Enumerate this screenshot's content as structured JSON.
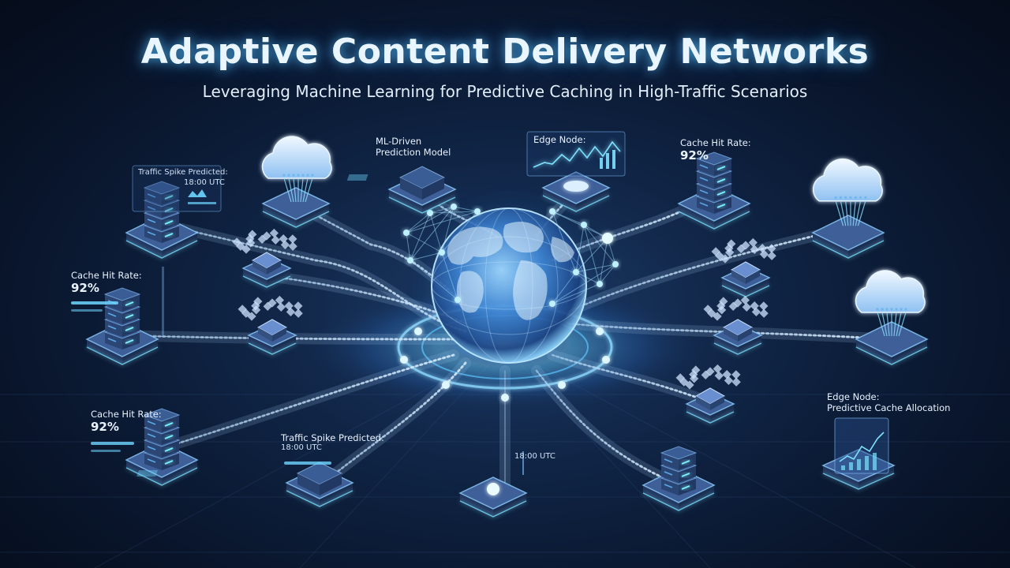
{
  "header": {
    "title": "Adaptive Content Delivery Networks",
    "subtitle": "Leveraging Machine Learning for Predictive Caching in High-Traffic Scenarios"
  },
  "labels": {
    "traffic_spike_top": {
      "title": "Traffic Spike Predicted:",
      "value": "18:00 UTC"
    },
    "ml_model": {
      "line1": "ML-Driven",
      "line2": "Prediction Model"
    },
    "edge_node_top": {
      "title": "Edge Node:"
    },
    "cache_top_right": {
      "title": "Cache Hit Rate:",
      "value": "92%"
    },
    "cache_left": {
      "title": "Cache Hit Rate:",
      "value": "92%"
    },
    "cache_bottom_left": {
      "title": "Cache Hit Rate:",
      "value": "92%"
    },
    "traffic_spike_bottom": {
      "title": "Traffic Spike Predicted:",
      "value": "18:00 UTC"
    },
    "utc_bottom": {
      "value": "18:00 UTC"
    },
    "edge_node_bottom_right": {
      "title": "Edge Node:",
      "value": "Predictive Cache Allocation"
    }
  },
  "colors": {
    "accent": "#5fd0ff",
    "node_top": "#3e5f98",
    "node_side": "#22375f",
    "server": "#3b5d95",
    "led": "#7df0ff",
    "globe_land": "#cfe9ff",
    "cloud": "#dbeeff"
  }
}
